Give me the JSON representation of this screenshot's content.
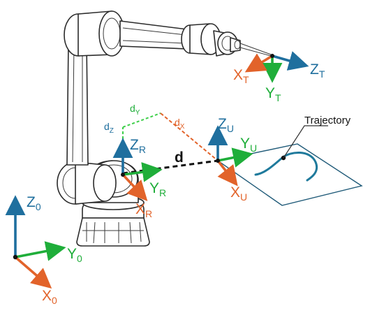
{
  "colors": {
    "z_axis": "#1f6f9e",
    "y_axis": "#1fae3a",
    "x_axis": "#e2632a",
    "plane": "#1f5a78",
    "trajectory": "#1f7a9c",
    "distance": "#111111",
    "dz_dy": "#3ecf4a",
    "dx": "#e2632a",
    "robot_outline": "#2b2b2b"
  },
  "frames": {
    "base": {
      "z": "Z",
      "z_sub": "0",
      "y": "Y",
      "y_sub": "0",
      "x": "X",
      "x_sub": "0"
    },
    "robot": {
      "z": "Z",
      "z_sub": "R",
      "y": "Y",
      "y_sub": "R",
      "x": "X",
      "x_sub": "R"
    },
    "user": {
      "z": "Z",
      "z_sub": "U",
      "y": "Y",
      "y_sub": "U",
      "x": "X",
      "x_sub": "U"
    },
    "tool": {
      "z": "Z",
      "z_sub": "T",
      "y": "Y",
      "y_sub": "T",
      "x": "X",
      "x_sub": "T"
    }
  },
  "distances": {
    "d": "d",
    "dz": "d",
    "dz_sub": "Z",
    "dy": "d",
    "dy_sub": "Y",
    "dx": "d",
    "dx_sub": "X"
  },
  "trajectory_label": "Trajectory"
}
